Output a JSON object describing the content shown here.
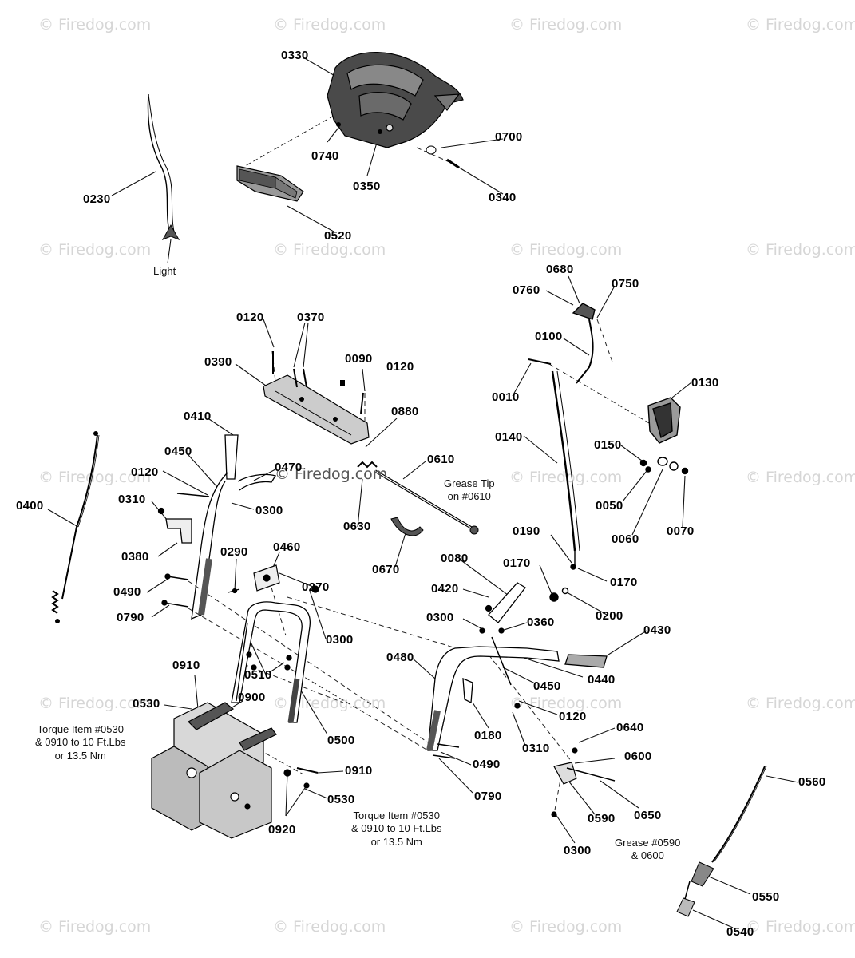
{
  "watermark": "© Firedog.com",
  "center_watermark": "© Firedog.com",
  "parts": {
    "p0330": "0330",
    "p0740": "0740",
    "p0350": "0350",
    "p0700": "0700",
    "p0340": "0340",
    "p0520": "0520",
    "p0230": "0230",
    "p0680": "0680",
    "p0760": "0760",
    "p0750": "0750",
    "p0100": "0100",
    "p0010": "0010",
    "p0130": "0130",
    "p0140": "0140",
    "p0150": "0150",
    "p0050": "0050",
    "p0060": "0060",
    "p0070": "0070",
    "p0190": "0190",
    "p0170a": "0170",
    "p0170b": "0170",
    "p0200": "0200",
    "p0120a": "0120",
    "p0370": "0370",
    "p0390": "0390",
    "p0090": "0090",
    "p0120b": "0120",
    "p0880": "0880",
    "p0410": "0410",
    "p0450a": "0450",
    "p0120c": "0120",
    "p0470": "0470",
    "p0300a": "0300",
    "p0310a": "0310",
    "p0380": "0380",
    "p0400": "0400",
    "p0610": "0610",
    "p0630": "0630",
    "p0670": "0670",
    "p0290": "0290",
    "p0460": "0460",
    "p0270": "0270",
    "p0490a": "0490",
    "p0790a": "0790",
    "p0300b": "0300",
    "p0510": "0510",
    "p0910a": "0910",
    "p0900": "0900",
    "p0530a": "0530",
    "p0500": "0500",
    "p0910b": "0910",
    "p0530b": "0530",
    "p0920": "0920",
    "p0080": "0080",
    "p0420": "0420",
    "p0300c": "0300",
    "p0360": "0360",
    "p0430": "0430",
    "p0480": "0480",
    "p0450b": "0450",
    "p0440": "0440",
    "p0120d": "0120",
    "p0180": "0180",
    "p0310b": "0310",
    "p0490b": "0490",
    "p0790b": "0790",
    "p0640": "0640",
    "p0600": "0600",
    "p0650": "0650",
    "p0590": "0590",
    "p0300d": "0300",
    "p0560": "0560",
    "p0550": "0550",
    "p0540": "0540"
  },
  "notes": {
    "light": "Light",
    "grease_tip_1": "Grease Tip",
    "grease_tip_2": "on #0610",
    "torque_left_1": "Torque Item #0530",
    "torque_left_2": "& 0910 to 10 Ft.Lbs",
    "torque_left_3": "or 13.5 Nm",
    "torque_mid_1": "Torque Item #0530",
    "torque_mid_2": "& 0910 to 10 Ft.Lbs",
    "torque_mid_3": "or 13.5 Nm",
    "grease_0590_1": "Grease #0590",
    "grease_0590_2": "& 0600"
  }
}
